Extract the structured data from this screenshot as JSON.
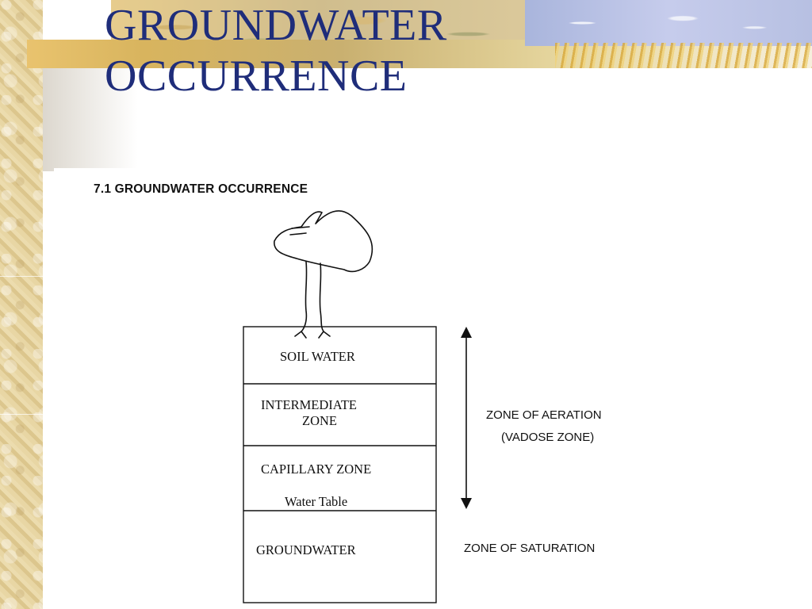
{
  "slide": {
    "title_line1": "GROUNDWATER",
    "title_line2": "OCCURRENCE"
  },
  "figure": {
    "title": "7.1 GROUNDWATER OCCURRENCE",
    "layers": [
      {
        "label": "SOIL WATER"
      },
      {
        "label_line1": "INTERMEDIATE",
        "label_line2": "ZONE"
      },
      {
        "label": "CAPILLARY ZONE",
        "sublabel": "Water Table"
      },
      {
        "label": "GROUNDWATER"
      }
    ],
    "zones": {
      "aeration_line1": "ZONE OF AERATION",
      "aeration_line2": "(VADOSE ZONE)",
      "saturation": "ZONE OF SATURATION"
    },
    "colors": {
      "title": "#1f2d7a",
      "ink": "#111111"
    }
  }
}
